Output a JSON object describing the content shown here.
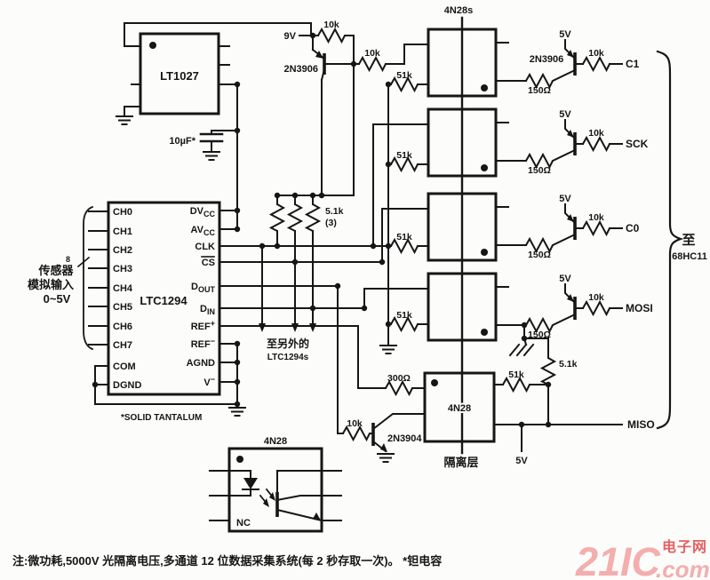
{
  "note": "注:微功耗,5000V 光隔离电压,多通道 12 位数据采集系统(每 2 秒存取一次)。 *钽电容",
  "watermark": {
    "big": "21IC",
    "com": ".com",
    "cn": "电子网"
  },
  "power": {
    "v9": "9V",
    "v5": "5V"
  },
  "parts": {
    "lt1027": "LT1027",
    "ltc1294": "LTC1294",
    "opto_group": "4N28s",
    "opto": "4N28",
    "q_pnp": "2N3906",
    "q_npn": "2N3904",
    "cap": "10µF*",
    "tant": "*SOLID TANTALUM",
    "nc": "NC"
  },
  "res": {
    "r10k": "10k",
    "r51k": "51k",
    "r150": "150Ω",
    "r5k1": "5.1k",
    "r5k1_qty": "(3)",
    "r300": "300Ω"
  },
  "adc": {
    "pins_left": [
      "CH0",
      "CH1",
      "CH2",
      "CH3",
      "CH4",
      "CH5",
      "CH6",
      "CH7",
      "COM",
      "DGND"
    ],
    "pins_right": [
      {
        "m": "DV",
        "s": "CC"
      },
      {
        "m": "AV",
        "s": "CC"
      },
      {
        "m": "CLK",
        "s": ""
      },
      {
        "m": "CS",
        "s": ""
      },
      {
        "m": "D",
        "s": "OUT"
      },
      {
        "m": "D",
        "s": "IN"
      },
      {
        "m": "REF",
        "s": "+"
      },
      {
        "m": "REF",
        "s": "−"
      },
      {
        "m": "AGND",
        "s": ""
      },
      {
        "m": "V",
        "s": "−"
      }
    ]
  },
  "outputs": [
    "C1",
    "SCK",
    "C0",
    "MOSI",
    "MISO"
  ],
  "ann": {
    "sensor_count": "8",
    "sensor_line1": "传感器",
    "sensor_line2": "模拟输入",
    "sensor_line3": "0~5V",
    "to_others1": "至另外的",
    "to_others2": "LTC1294s",
    "isolation": "隔离层",
    "to_mcu1": "至",
    "to_mcu2": "68HC11"
  }
}
